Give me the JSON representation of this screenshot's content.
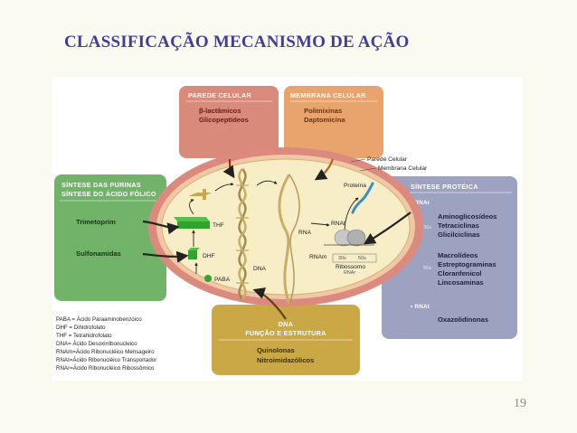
{
  "slide": {
    "title": "CLASSIFICAÇÃO MECANISMO DE AÇÃO",
    "page_number": "19"
  },
  "panels": {
    "cell_wall": {
      "heading": "PAREDE CELULAR",
      "drugs": [
        "β-lactâmicos",
        "Glicopeptídeos"
      ]
    },
    "cell_membrane": {
      "heading": "MEMBRANA CELULAR",
      "drugs": [
        "Polimixinas",
        "Daptomicina"
      ]
    },
    "purine": {
      "heading_lines": [
        "SÍNTESE DAS PURINAS",
        "SÍNTESE DO ÁCIDO FÓLICO"
      ],
      "drug_1": "Trimetoprim",
      "drug_2": "Sulfonamidas"
    },
    "protein": {
      "heading": "SÍNTESE PROTÉICA",
      "rnar_label": "• RNAr",
      "sub_30s": "30s",
      "drugs_30s": [
        "Aminoglicosídeos",
        "Tetraciclinas",
        "Glicilciclinas"
      ],
      "sub_50s": "50s",
      "drugs_50s": [
        "Macrolídeos",
        "Estreptograminas",
        "Cloranfenicol",
        "Lincosaminas"
      ],
      "rnat_label": "• RNAt",
      "drugs_rnat": [
        "Oxazolidinonas"
      ]
    },
    "dna": {
      "heading_lines": [
        "DNA",
        "FUNÇÃO E ESTRUTURA"
      ],
      "drugs": [
        "Quinolonas",
        "Nitroimidazólicos"
      ]
    }
  },
  "cell": {
    "wall_label": "Parede Celular",
    "membrane_label": "Membrana Celular",
    "proteina": "Proteína",
    "thf": "THF",
    "dhf": "DHF",
    "paba": "PABA",
    "dna": "DNA",
    "rna": "RNA",
    "rnat": "RNAt",
    "rnam": "RNAm",
    "s30": "30s",
    "s50": "50s",
    "ribossomo": "Ribossomo",
    "rnar": "RNAr"
  },
  "legend": [
    "PABA = Ácido Paraaminobenzóico",
    "DHF = Dihidrofolato",
    "THF = Tetrahidrofolato",
    "DNA= Ácido Desoxirribonucleico",
    "RNAm=Ácido Ribonucléico Mensageiro",
    "RNAt=Ácido Ribonucléico Transportador",
    "RNAr=Ácido Ribonucléico Ribossômico"
  ],
  "colors": {
    "title": "#3f3f9a",
    "cell_wall_panel": "#d98a7a",
    "cell_membrane_panel": "#e9a46e",
    "purine_panel": "#72b36a",
    "protein_panel": "#9da2c0",
    "dna_panel": "#cba846",
    "cell_wall": "#d9857a",
    "cytoplasm": "#f7eec8"
  }
}
